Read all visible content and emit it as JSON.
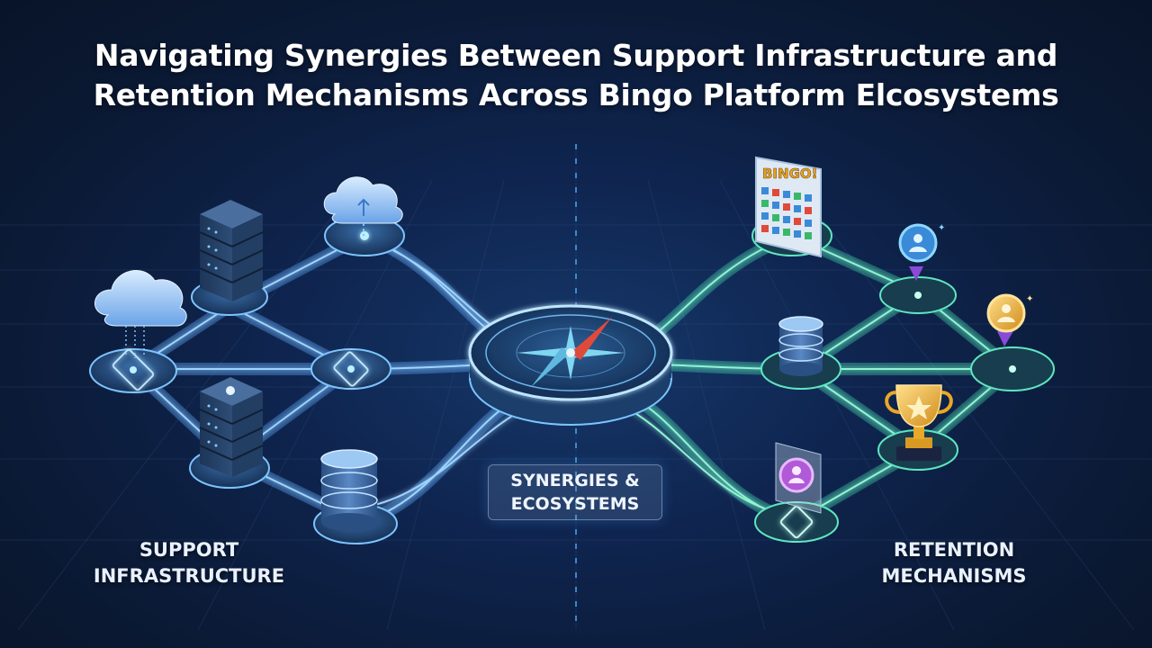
{
  "title": {
    "line1": "Navigating Synergies Between Support Infrastructure and",
    "line2": "Retention Mechanisms Across Bingo Platform Elcosystems"
  },
  "left_label": {
    "line1": "SUPPORT",
    "line2": "INFRASTRUCTURE"
  },
  "right_label": {
    "line1": "RETENTION",
    "line2": "MECHANISMS"
  },
  "center_label": {
    "line1": "SYNERGIES &",
    "line2": "ECOSYSTEMS"
  },
  "bingo_card": {
    "header": "BINGO!"
  },
  "colors": {
    "background": "#0b1a33",
    "support_accent": "#4aa8ff",
    "retention_accent": "#3fe0b0",
    "compass_needle": "#e04a3a",
    "trophy": "#f2b632",
    "badge_gold": "#f0b43a",
    "badge_purple": "#b05ad8"
  },
  "icons": [
    "cloud-icon",
    "server-rack-icon",
    "database-icon",
    "compass-icon",
    "bingo-card-icon",
    "badge-icon",
    "trophy-icon"
  ]
}
